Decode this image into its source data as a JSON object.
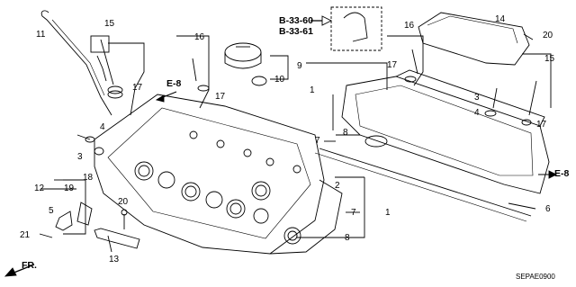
{
  "refs": {
    "b3360": "B-33-60",
    "b3361": "B-33-61",
    "e8_left": "E-8",
    "e8_right": "E-8",
    "fr": "FR."
  },
  "callouts": {
    "n1": "1",
    "n1b": "1",
    "n2": "2",
    "n3a": "3",
    "n3b": "3",
    "n4a": "4",
    "n4b": "4",
    "n5": "5",
    "n6": "6",
    "n7a": "7",
    "n7b": "7",
    "n8a": "8",
    "n8b": "8",
    "n9": "9",
    "n10": "10",
    "n11": "11",
    "n12": "12",
    "n13": "13",
    "n14": "14",
    "n15a": "15",
    "n15b": "15",
    "n16a": "16",
    "n16b": "16",
    "n17a": "17",
    "n17b": "17",
    "n17c": "17",
    "n17d": "17",
    "n18": "18",
    "n19": "19",
    "n20a": "20",
    "n20b": "20",
    "n21": "21"
  },
  "diagram_code": "SEPAE0900"
}
